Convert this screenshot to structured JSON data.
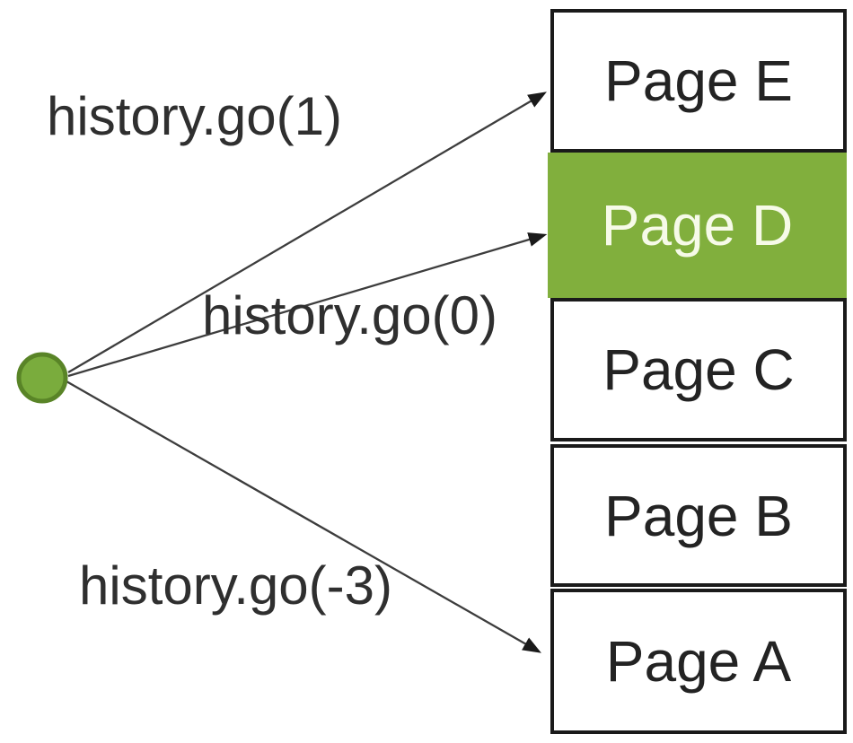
{
  "diagram": {
    "title_semantic": "browser history.go() navigation diagram",
    "annotations": {
      "go_forward": "history.go(1)",
      "go_current": "history.go(0)",
      "go_back": "history.go(-3)"
    },
    "stack": {
      "pages": [
        {
          "label": "Page E",
          "highlighted": false
        },
        {
          "label": "Page D",
          "highlighted": true
        },
        {
          "label": "Page C",
          "highlighted": false
        },
        {
          "label": "Page B",
          "highlighted": false
        },
        {
          "label": "Page A",
          "highlighted": false
        }
      ]
    },
    "colors": {
      "highlight_green": "#81AF3D",
      "dot_fill": "#7AAC3D",
      "dot_stroke": "#598427",
      "arrow_line": "#3d3d3d",
      "box_border": "#1a1a1a",
      "label_text": "#2f2f2f",
      "highlight_text": "#F6FAE8"
    }
  }
}
